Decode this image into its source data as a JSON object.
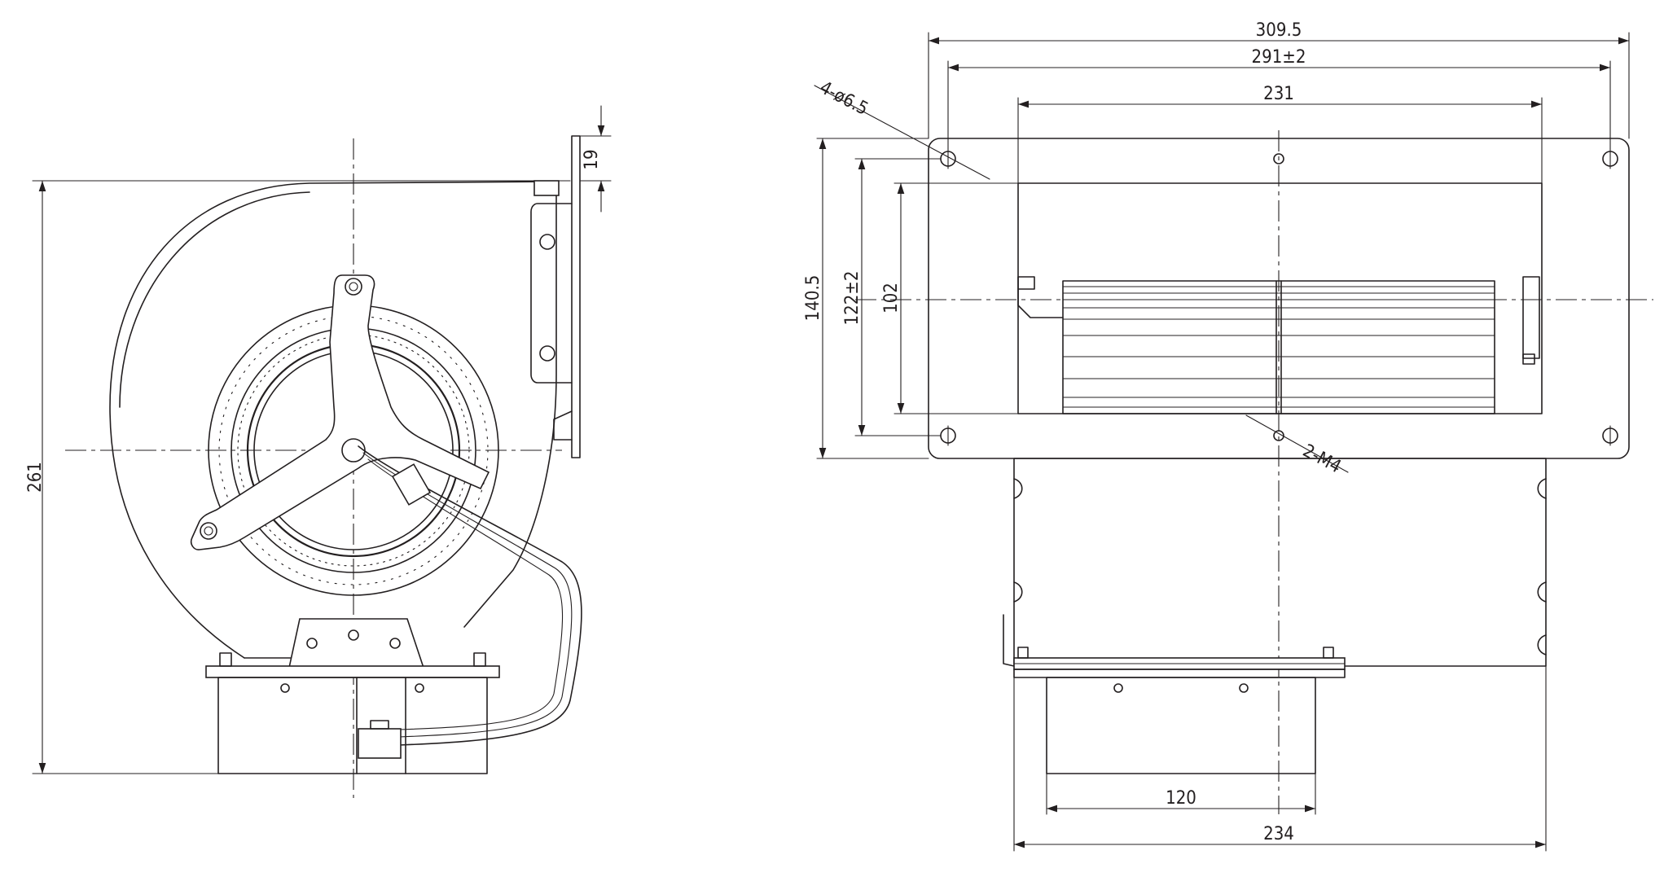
{
  "dimensions": {
    "side_height": "261",
    "side_flange": "19",
    "overall_length": "309.5",
    "hole_pitch": "291±2",
    "housing_length": "231",
    "mount_holes": "4-ø6.5",
    "flange_height": "140.5",
    "hole_pitch_vertical": "122±2",
    "outlet_height": "102",
    "tapped_holes": "2-M4",
    "motor_width": "120",
    "body_width": "234"
  },
  "icons": {
    "side_view": "blower-side-view",
    "front_view": "blower-outlet-view"
  }
}
